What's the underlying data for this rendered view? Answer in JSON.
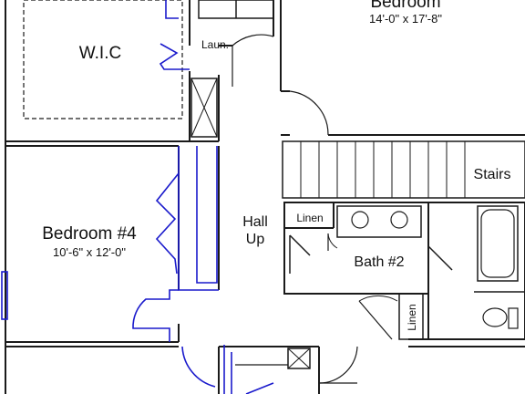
{
  "rooms": {
    "wic": {
      "name": "W.I.C"
    },
    "laundry": {
      "name": "Laun."
    },
    "bedroom_top": {
      "name": "Bedroom",
      "dims": "14'-0\" x 17'-8\""
    },
    "bedroom4": {
      "name": "Bedroom #4",
      "dims": "10'-6\" x 12'-0\""
    },
    "hall": {
      "line1": "Hall",
      "line2": "Up"
    },
    "stairs": {
      "name": "Stairs"
    },
    "bath2": {
      "name": "Bath #2"
    },
    "linen_top": {
      "name": "Linen"
    },
    "linen_side": {
      "name": "Linen"
    }
  },
  "colors": {
    "wall": "#1a1a1a",
    "accent_blue": "#1a1acc",
    "background": "#ffffff"
  }
}
